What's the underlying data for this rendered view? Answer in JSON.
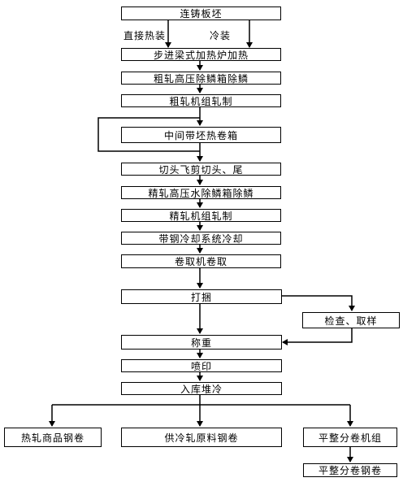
{
  "steps": {
    "casting": "连铸板坯",
    "reheat": "步进梁式加热炉加热",
    "rough_descale": "粗轧高压除鳞箱除鳞",
    "rough_roll": "粗轧机组轧制",
    "coilbox": "中间带坯热卷箱",
    "crop": "切头飞剪切头、尾",
    "finish_descale": "精轧高压水除鳞箱除鳞",
    "finish_roll": "精轧机组轧制",
    "cooling": "带钢冷却系统冷却",
    "coiling": "卷取机卷取",
    "bundling": "打捆",
    "inspect": "检查、取样",
    "weigh": "称重",
    "mark": "喷印",
    "store": "入库堆冷",
    "product_hot": "热轧商品钢卷",
    "product_cold": "供冷轧原料钢卷",
    "flatten_unit": "平整分卷机组",
    "flatten_coil": "平整分卷钢卷"
  },
  "branches": {
    "hot_charge": "直接热装",
    "cold_charge": "冷装"
  }
}
